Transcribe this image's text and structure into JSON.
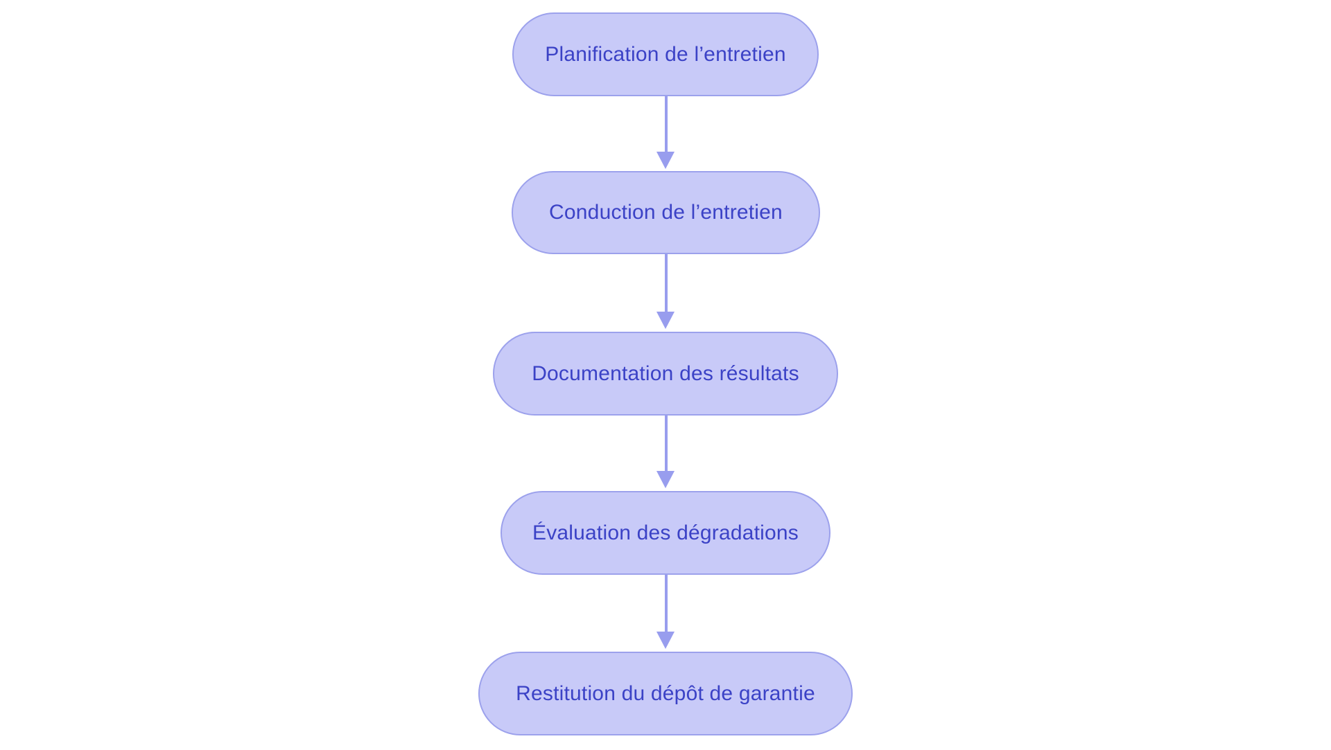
{
  "diagram": {
    "type": "flowchart",
    "direction": "top-down",
    "colors": {
      "node_fill": "#C8CAF8",
      "node_border": "#9CA1EC",
      "node_text": "#3B42C6",
      "arrow": "#989DEE",
      "background": "#FFFFFF"
    },
    "nodes": [
      {
        "id": "n1",
        "label": "Planification de l’entretien"
      },
      {
        "id": "n2",
        "label": "Conduction de l’entretien"
      },
      {
        "id": "n3",
        "label": "Documentation des résultats"
      },
      {
        "id": "n4",
        "label": "Évaluation des dégradations"
      },
      {
        "id": "n5",
        "label": "Restitution du dépôt de garantie"
      }
    ],
    "edges": [
      {
        "from": "n1",
        "to": "n2"
      },
      {
        "from": "n2",
        "to": "n3"
      },
      {
        "from": "n3",
        "to": "n4"
      },
      {
        "from": "n4",
        "to": "n5"
      }
    ]
  }
}
